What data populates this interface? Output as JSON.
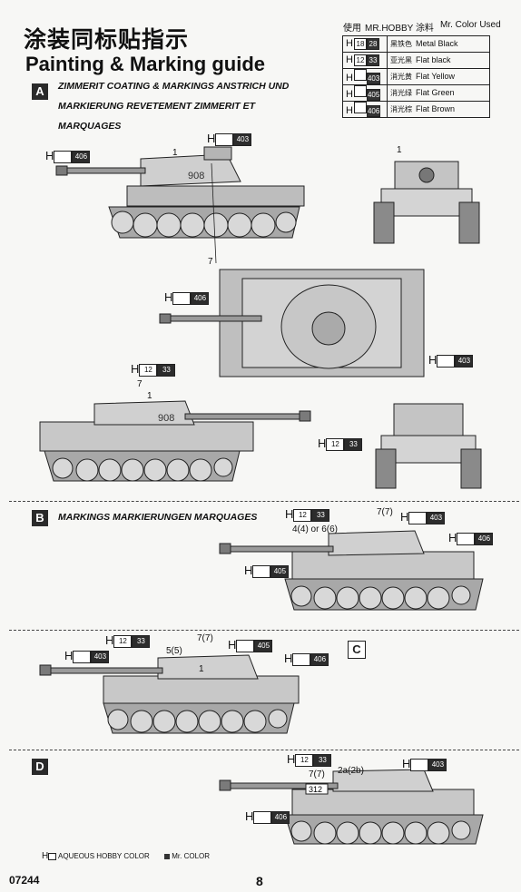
{
  "title_cn": "涂装同标贴指示",
  "title_en": "Painting & Marking guide",
  "legend": {
    "col1": "使用",
    "col2": "MR.HOBBY 涂料",
    "col3": "Mr. Color Used",
    "rows": [
      {
        "h": "H",
        "aq": "18",
        "mc": "28",
        "cn": "黑铁色",
        "en": "Metal Black"
      },
      {
        "h": "H",
        "aq": "12",
        "mc": "33",
        "cn": "亚光黑",
        "en": "Flat black"
      },
      {
        "h": "H",
        "aq": "",
        "mc": "403",
        "cn": "消光黄",
        "en": "Flat Yellow"
      },
      {
        "h": "H",
        "aq": "",
        "mc": "405",
        "cn": "消光绿",
        "en": "Flat Green"
      },
      {
        "h": "H",
        "aq": "",
        "mc": "406",
        "cn": "消光棕",
        "en": "Flat Brown"
      }
    ]
  },
  "sections": {
    "a": {
      "letter": "A",
      "heading1": "ZIMMERIT COATING & MARKINGS ANSTRICH UND",
      "heading2": "MARKIERUNG REVETEMENT ZIMMERIT ET",
      "heading3": "MARQUAGES"
    },
    "b": {
      "letter": "B",
      "heading": "MARKINGS MARKIERUNGEN MARQUAGES"
    },
    "c": {
      "letter": "C"
    },
    "d": {
      "letter": "D"
    }
  },
  "callouts": {
    "h": "H",
    "c403": "403",
    "c405": "405",
    "c406": "406",
    "c12": "12",
    "c33": "33",
    "n1": "1",
    "n7": "7",
    "n77": "7(7)",
    "n44": "4(4) or 6(6)",
    "n55": "5(5)",
    "n2a": "2a(2b)",
    "tank_a1": "908",
    "tank_a3": "908",
    "tank_d": "312"
  },
  "footer": {
    "aqueous": "AQUEOUS HOBBY COLOR",
    "mr": "Mr. COLOR",
    "code": "07244",
    "page": "8"
  }
}
